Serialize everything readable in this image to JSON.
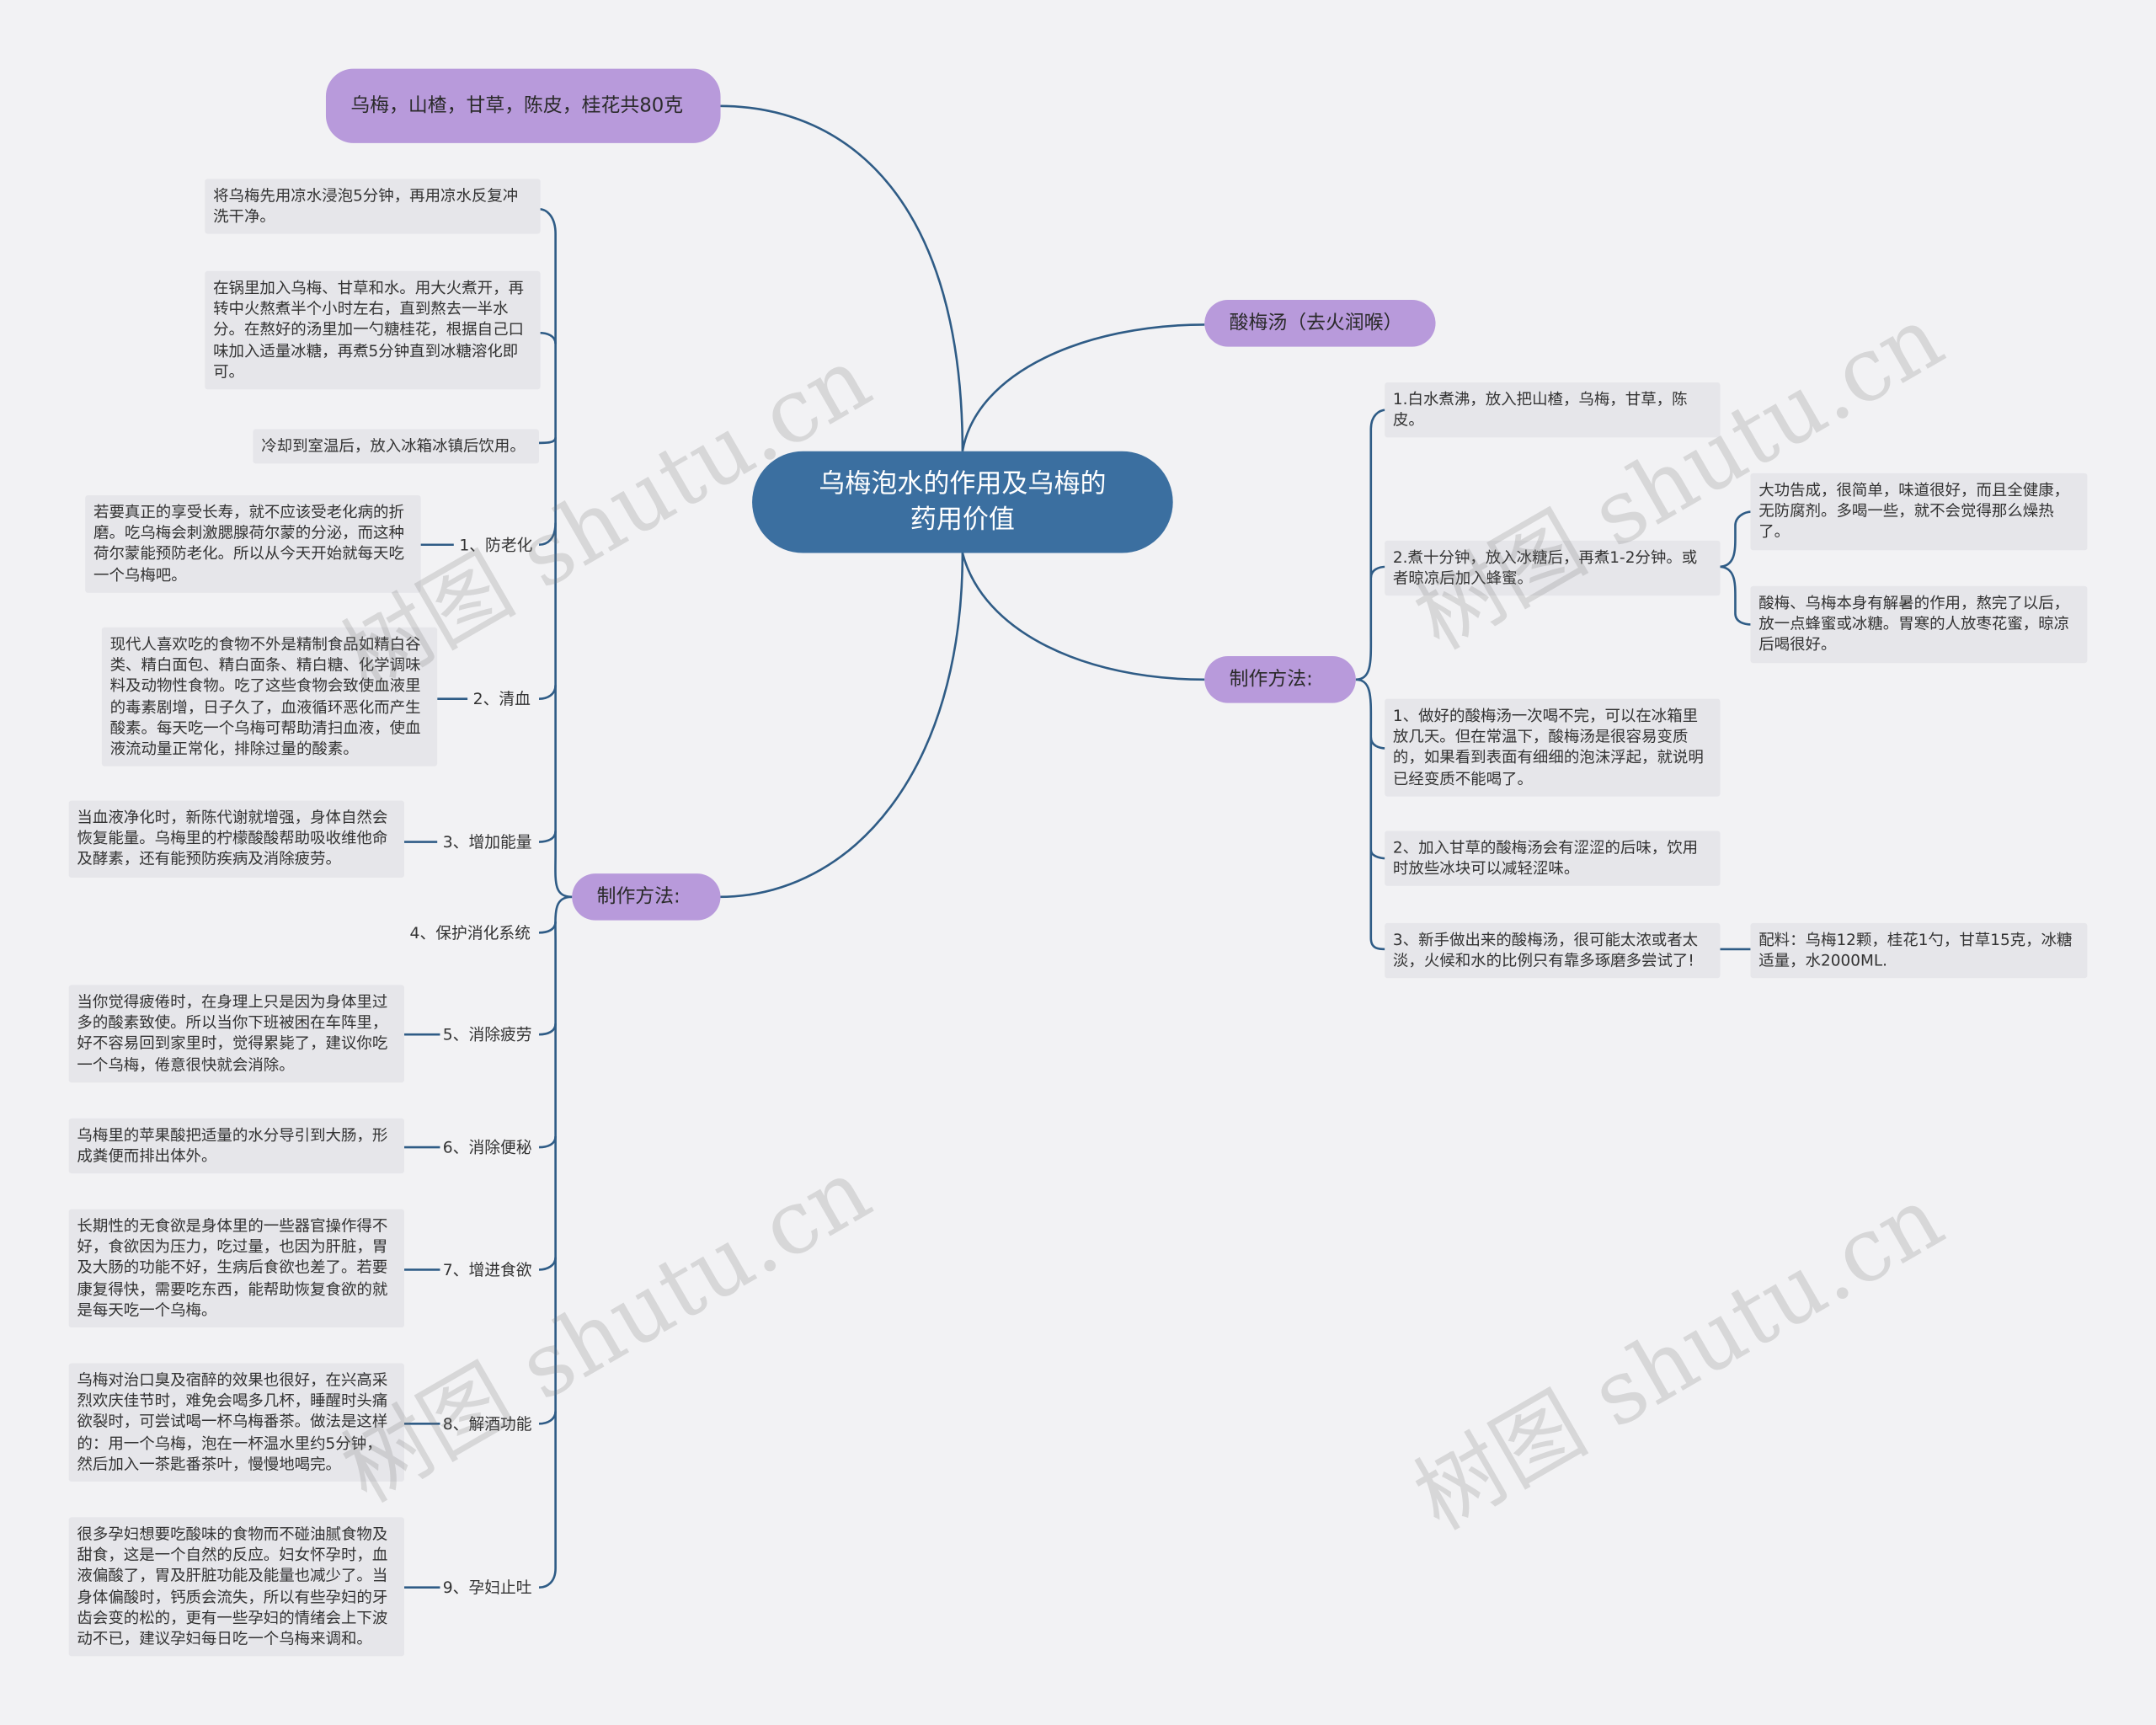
{
  "root": {
    "title": "乌梅泡水的作用及乌梅的药用价值"
  },
  "left": {
    "ingredients": "乌梅，山楂，甘草，陈皮，桂花共80克",
    "branch_label": "制作方法:",
    "steps": [
      "将乌梅先用凉水浸泡5分钟，再用凉水反复冲洗干净。",
      "在锅里加入乌梅、甘草和水。用大火煮开，再转中火熬煮半个小时左右，直到熬去一半水分。在熬好的汤里加一勺糖桂花，根据自己口味加入适量冰糖，再煮5分钟直到冰糖溶化即可。",
      "冷却到室温后，放入冰箱冰镇后饮用。"
    ],
    "benefits": [
      {
        "label": "1、防老化",
        "text": "若要真正的享受长寿，就不应该受老化病的折磨。吃乌梅会刺激腮腺荷尔蒙的分泌，而这种荷尔蒙能预防老化。所以从今天开始就每天吃一个乌梅吧。"
      },
      {
        "label": "2、清血",
        "text": "现代人喜欢吃的食物不外是精制食品如精白谷类、精白面包、精白面条、精白糖、化学调味料及动物性食物。吃了这些食物会致使血液里的毒素剧增，日子久了，血液循环恶化而产生酸素。每天吃一个乌梅可帮助清扫血液，使血液流动量正常化，排除过量的酸素。"
      },
      {
        "label": "3、增加能量",
        "text": "当血液净化时，新陈代谢就增强，身体自然会恢复能量。乌梅里的柠檬酸酸帮助吸收维他命及酵素，还有能预防疾病及消除疲劳。"
      },
      {
        "label": "4、保护消化系统",
        "text": ""
      },
      {
        "label": "5、消除疲劳",
        "text": "当你觉得疲倦时，在身理上只是因为身体里过多的酸素致使。所以当你下班被困在车阵里，好不容易回到家里时，觉得累毙了，建议你吃一个乌梅，倦意很快就会消除。"
      },
      {
        "label": "6、消除便秘",
        "text": "乌梅里的苹果酸把适量的水分导引到大肠，形成粪便而排出体外。"
      },
      {
        "label": "7、增进食欲",
        "text": "长期性的无食欲是身体里的一些器官操作得不好，食欲因为压力，吃过量，也因为肝脏，胃及大肠的功能不好，生病后食欲也差了。若要康复得快，需要吃东西，能帮助恢复食欲的就是每天吃一个乌梅。"
      },
      {
        "label": "8、解酒功能",
        "text": "乌梅对治口臭及宿醉的效果也很好，在兴高采烈欢庆佳节时，难免会喝多几杯，睡醒时头痛欲裂时，可尝试喝一杯乌梅番茶。做法是这样的：用一个乌梅，泡在一杯温水里约5分钟，然后加入一茶匙番茶叶，慢慢地喝完。"
      },
      {
        "label": "9、孕妇止吐",
        "text": "很多孕妇想要吃酸味的食物而不碰油腻食物及甜食，这是一个自然的反应。妇女怀孕时，血液偏酸了，胃及肝脏功能及能量也减少了。当身体偏酸时，钙质会流失，所以有些孕妇的牙齿会变的松的，更有一些孕妇的情绪会上下波动不已，建议孕妇每日吃一个乌梅来调和。"
      }
    ]
  },
  "right": {
    "soup": "酸梅汤（去火润喉）",
    "branch_label": "制作方法:",
    "items": [
      {
        "text": "1.白水煮沸，放入把山楂，乌梅，甘草，陈皮。"
      },
      {
        "text": "2.煮十分钟，放入冰糖后，再煮1-2分钟。或者晾凉后加入蜂蜜。",
        "sub": [
          "大功告成，很简单，味道很好，而且全健康，无防腐剂。多喝一些，就不会觉得那么燥热了。",
          "酸梅、乌梅本身有解暑的作用，熬完了以后，放一点蜂蜜或冰糖。胃寒的人放枣花蜜，晾凉后喝很好。"
        ]
      },
      {
        "text": "1、做好的酸梅汤一次喝不完，可以在冰箱里放几天。但在常温下，酸梅汤是很容易变质的，如果看到表面有细细的泡沫浮起，就说明已经变质不能喝了。"
      },
      {
        "text": "2、加入甘草的酸梅汤会有涩涩的后味，饮用时放些冰块可以减轻涩味。"
      },
      {
        "text": "3、新手做出来的酸梅汤，很可能太浓或者太淡，火候和水的比例只有靠多琢磨多尝试了!",
        "sub": [
          "配料：乌梅12颗，桂花1勺，甘草15克，冰糖适量，水2000ML."
        ]
      }
    ]
  },
  "watermark": "树图 shutu.cn",
  "colors": {
    "root": "#3b6fa0",
    "pill": "#b89adb",
    "box": "#e6e6ea",
    "link": "#2f5c86"
  }
}
